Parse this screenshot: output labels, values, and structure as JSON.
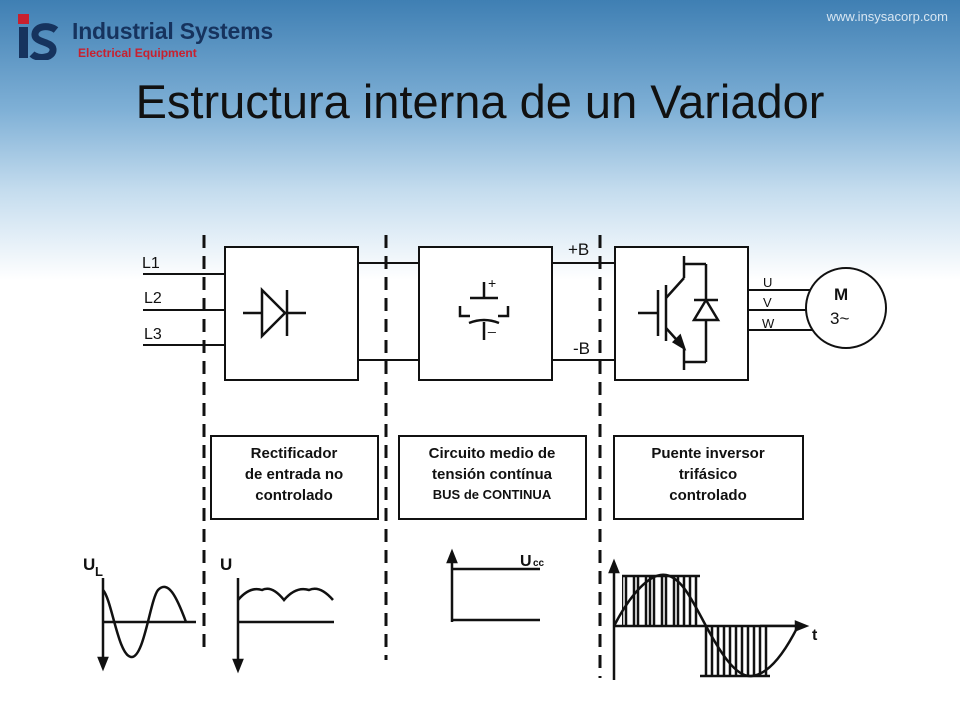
{
  "header": {
    "company_name": "Industrial Systems",
    "company_tagline": "Electrical Equipment",
    "logo_monogram": "iS",
    "website": "www.insysacorp.com"
  },
  "slide": {
    "title": "Estructura interna de un Variador"
  },
  "diagram": {
    "inputs": [
      "L1",
      "L2",
      "L3"
    ],
    "bus_positive": "+B",
    "bus_negative": "-B",
    "capacitor_plus": "+",
    "capacitor_minus": "_",
    "outputs": [
      "U",
      "V",
      "W"
    ],
    "motor_letter": "M",
    "motor_phase": "3~",
    "stages": [
      {
        "lines": [
          "Rectificador",
          "de entrada no",
          "controlado"
        ]
      },
      {
        "lines": [
          "Circuito medio de",
          "tensión contínua",
          "BUS de CONTINUA"
        ]
      },
      {
        "lines": [
          "Puente inversor",
          "trifásico",
          "controlado"
        ]
      }
    ],
    "waveform_labels": {
      "input": "U",
      "input_sub": "L",
      "rectified": "U",
      "dc": "U",
      "dc_sub": "cc",
      "time": "t"
    }
  },
  "colors": {
    "header_blue": "#3f7fb3",
    "brand_navy": "#16335e",
    "brand_red": "#c8202e"
  }
}
